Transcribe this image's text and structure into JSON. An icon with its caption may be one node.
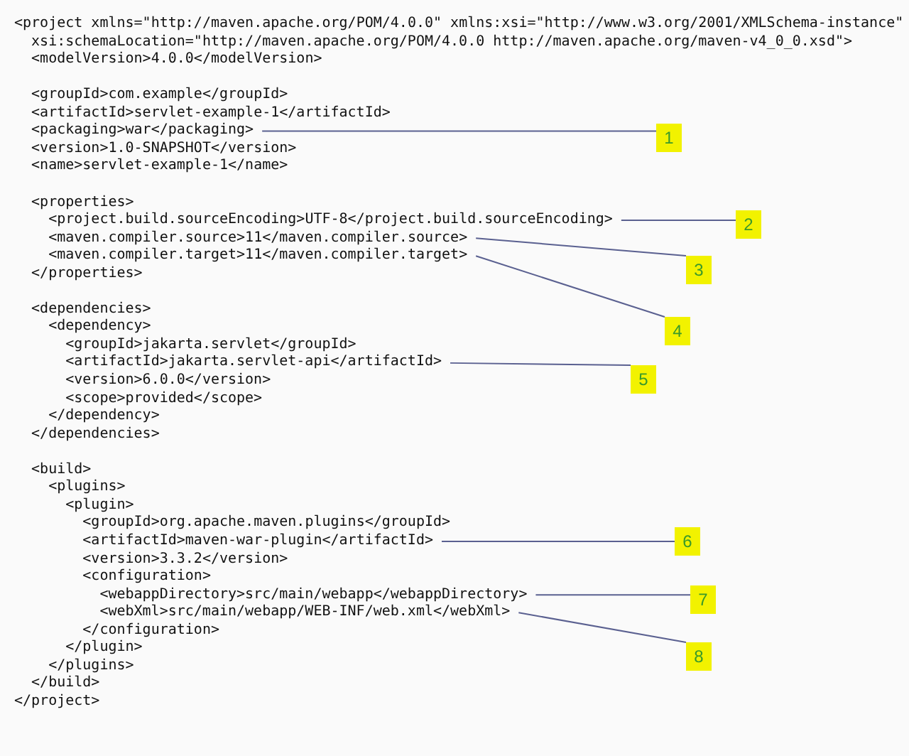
{
  "diagram": {
    "nodes": [
      {
        "text": [
          "<packaging>war</packaging>"
        ]
      },
      {
        "text": [
          "1"
        ]
      },
      {
        "text": [
          "<project.build.sourceEncoding>UTF-8</project.build.sourceEncoding>"
        ]
      },
      {
        "text": [
          "2"
        ]
      },
      {
        "text": [
          "<maven.compiler.source>11</maven.compiler.source>"
        ]
      },
      {
        "text": [
          "<maven.compiler.target>11</maven.compiler.target>"
        ]
      },
      {
        "text": [
          "3"
        ]
      },
      {
        "text": [
          "4"
        ]
      },
      {
        "text": [
          "<artifactId>jakarta.servlet-api</artifactId>"
        ]
      },
      {
        "text": [
          "5"
        ]
      },
      {
        "text": [
          "<artifactId>maven-war-plugin</artifactId>"
        ]
      },
      {
        "text": [
          "6"
        ]
      },
      {
        "text": [
          "<webappDirectory>src/main/webapp</webappDirectory>"
        ]
      },
      {
        "text": [
          "7"
        ]
      },
      {
        "text": [
          "<webXml>src/main/webapp/WEB-INF/web.xml</webXml>"
        ]
      },
      {
        "text": [
          "8"
        ]
      }
    ],
    "edges": [
      {
        "from": 1,
        "to": 0,
        "arrow": "none"
      },
      {
        "from": 3,
        "to": 2,
        "arrow": "none"
      },
      {
        "from": 6,
        "to": 4,
        "arrow": "none"
      },
      {
        "from": 7,
        "to": 5,
        "arrow": "none"
      },
      {
        "from": 9,
        "to": 8,
        "arrow": "none"
      },
      {
        "from": 11,
        "to": 10,
        "arrow": "none"
      },
      {
        "from": 13,
        "to": 12,
        "arrow": "none"
      },
      {
        "from": 15,
        "to": 14,
        "arrow": "none"
      }
    ],
    "labels": [
      "<project xmlns=\"http://maven.apache.org/POM/4.0.0\" xmlns:xsi=\"http://www.w3.org/2001/XMLSchema-instance\"",
      "xsi:schemaLocation=\"http://maven.apache.org/POM/4.0.0 http://maven.apache.org/maven-v4_0_0.xsd\">",
      "<modelVersion>4.0.0</modelVersion>",
      "<groupId>com.example</groupId>",
      "<artifactId>servlet-example-1</artifactId>",
      "<version>1.0-SNAPSHOT</version>",
      "<name>servlet-example-1</name>",
      "<properties>",
      "</properties>",
      "<dependencies>",
      "<dependency>",
      "<groupId>jakarta.servlet</groupId>",
      "<version>6.0.0</version>",
      "<scope>provided</scope>",
      "</dependency>",
      "</dependencies>",
      "<build>",
      "<plugins>",
      "<plugin>",
      "<groupId>org.apache.maven.plugins</groupId>",
      "<version>3.3.2</version>",
      "<configuration>",
      "</configuration>",
      "</plugin>",
      "</plugins>",
      "</build>",
      "</project>"
    ]
  }
}
